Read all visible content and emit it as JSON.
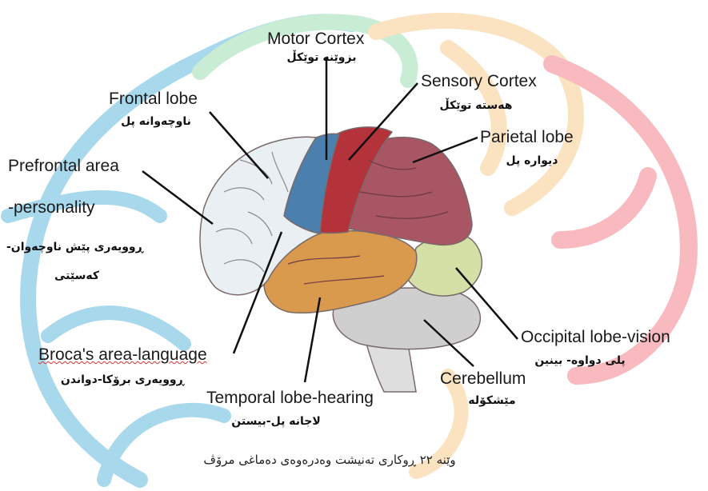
{
  "labels": {
    "motor": {
      "en": "Motor Cortex",
      "ku": "بزوێنه توێكڵ"
    },
    "sensory": {
      "en": "Sensory Cortex",
      "ku": "هەسته توێكڵ"
    },
    "frontal": {
      "en": "Frontal lobe",
      "ku": "ناوچەوانه پل"
    },
    "parietal": {
      "en": "Parietal lobe",
      "ku": "دیواره پل"
    },
    "prefrontal": {
      "en1": "Prefrontal area",
      "en2": "-personality",
      "ku1": "ڕوویەری پێش ناوچەوان-",
      "ku2": "كەسێتی"
    },
    "broca": {
      "en": "Broca's area-language",
      "ku": "ڕوویەری برۆكا-دواندن"
    },
    "temporal": {
      "en": "Temporal lobe-hearing",
      "ku": "لاجانه پل-بیستن"
    },
    "occipital": {
      "en": "Occipital lobe-vision",
      "ku": "پلی دواوه- بینین"
    },
    "cerebellum": {
      "en": "Cerebellum",
      "ku": "مێشكۆله"
    }
  },
  "caption": "وێنه‌ ٢٢ ڕوکاری ته‌نیشت وەدرەوەی دەماغی مرۆڤ",
  "colors": {
    "frontal": "#e9eff2",
    "motor": "#4a7fae",
    "sensory": "#b4323a",
    "parietal": "#a85564",
    "temporal": "#d99a4e",
    "occipital": "#d4e0a6",
    "cerebellum": "#cfcfcf",
    "stem": "#dedede",
    "bg_blue": "#a8d8ec",
    "bg_green": "#c9ecd5",
    "bg_peach": "#fbe3c2",
    "bg_pink": "#f8b9bf"
  }
}
